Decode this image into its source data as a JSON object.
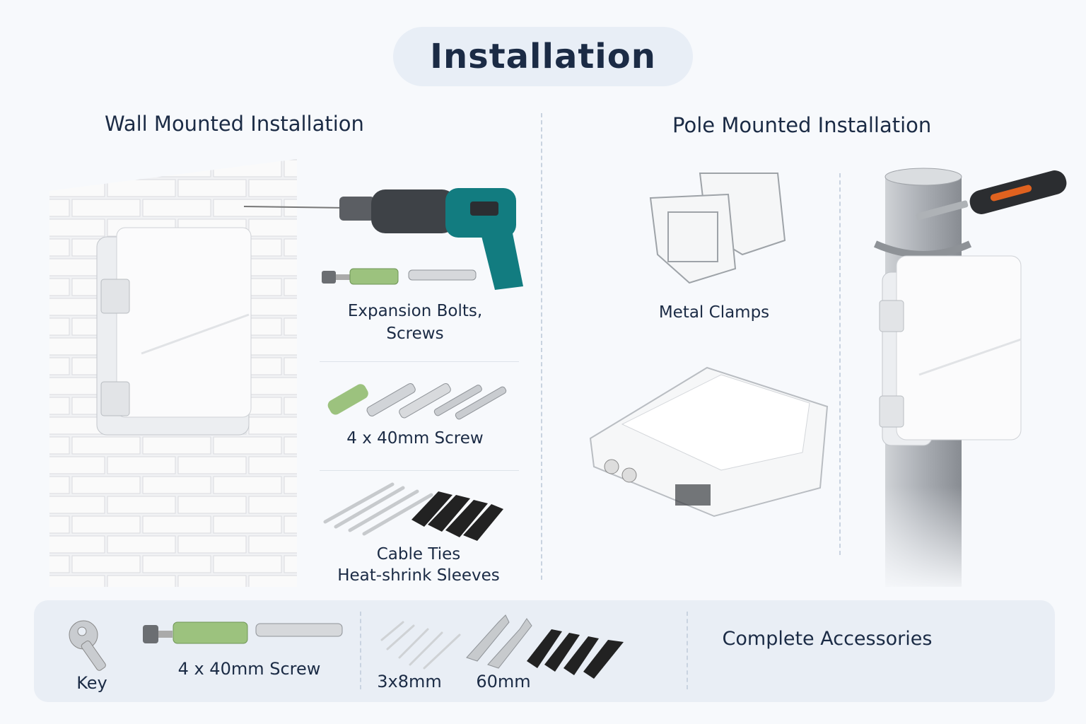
{
  "title": "Installation",
  "wall_section": {
    "heading": "Wall Mounted Installation",
    "items": [
      {
        "label_line1": "Expansion Bolts,",
        "label_line2": "Screws"
      },
      {
        "label": "4 x 40mm Screw"
      },
      {
        "label_line1": "Cable Ties",
        "label_line2": "Heat-shrink Sleeves"
      }
    ]
  },
  "pole_section": {
    "heading": "Pole Mounted Installation",
    "clamps_label": "Metal Clamps"
  },
  "accessories_bar": {
    "key_label": "Key",
    "screw_label": "4 x 40mm Screw",
    "tie_size_label": "3x8mm",
    "sleeve_size_label": "60mm",
    "summary_label": "Complete Accessories"
  },
  "colors": {
    "text": "#1b2b45",
    "pill": "#e8eef6",
    "bar": "#e9eef5",
    "drill_accent": "#127c80",
    "anchor_green": "#9cc27e",
    "screwdriver_orange": "#e0621f"
  }
}
